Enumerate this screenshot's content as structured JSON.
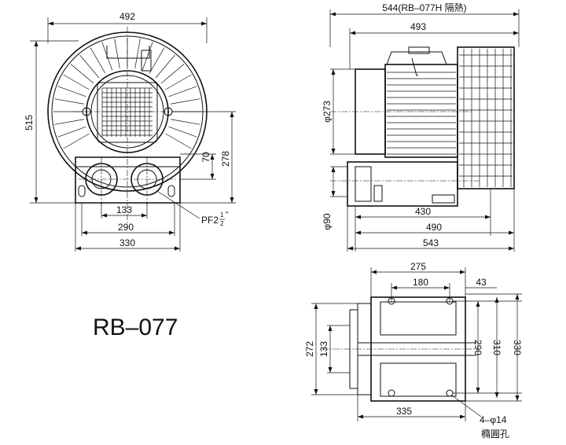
{
  "model": "RB–077",
  "front_view": {
    "width_top": "492",
    "height": "515",
    "outlet_height": "70",
    "center_height": "278",
    "port_spacing": "133",
    "port_label": "PF2",
    "port_fraction_num": "1",
    "port_fraction_den": "2",
    "port_quote": "\"",
    "base_inner": "290",
    "base_outer": "330"
  },
  "side_view": {
    "overall_h": "544(RB–077H 隔熱)",
    "overall": "493",
    "motor_dia": "φ273",
    "shaft_dia": "φ90",
    "len_430": "430",
    "len_490": "490",
    "len_543": "543"
  },
  "base_view": {
    "w275": "275",
    "w180": "180",
    "w43": "43",
    "h272": "272",
    "h133": "133",
    "h290": "290",
    "h310": "310",
    "h330": "330",
    "w335": "335",
    "holes": "4–φ14",
    "holes_note": "橢圓孔"
  }
}
